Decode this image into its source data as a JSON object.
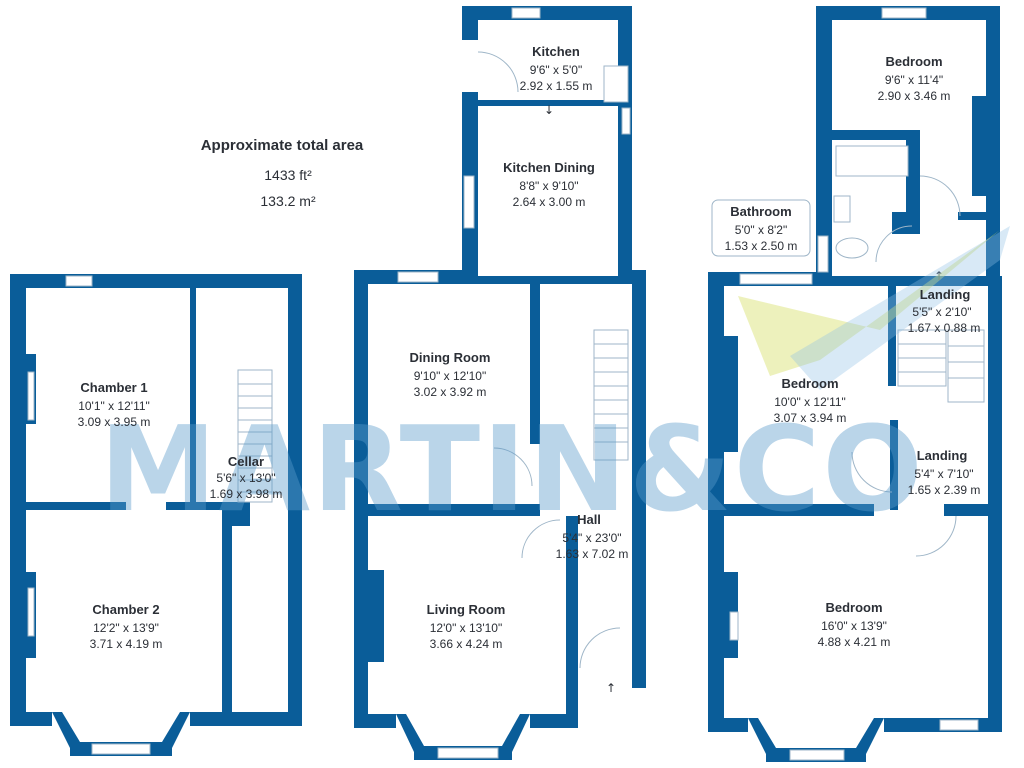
{
  "colors": {
    "wall": "#0a5d99",
    "text": "#2b2f36",
    "watermark": "#5b9ccb",
    "window": "#9fb6c8"
  },
  "summary": {
    "title": "Approximate total area",
    "area_ft": "1433 ft²",
    "area_m": "133.2 m²"
  },
  "watermark": "MARTIN&CO",
  "rooms": {
    "kitchen": {
      "name": "Kitchen",
      "imperial": "9'6\" x 5'0\"",
      "metric": "2.92 x 1.55 m"
    },
    "kitchen_dining": {
      "name": "Kitchen Dining",
      "imperial": "8'8\" x 9'10\"",
      "metric": "2.64 x 3.00 m"
    },
    "dining_room": {
      "name": "Dining Room",
      "imperial": "9'10\" x 12'10\"",
      "metric": "3.02 x 3.92 m"
    },
    "living_room": {
      "name": "Living Room",
      "imperial": "12'0\" x 13'10\"",
      "metric": "3.66 x 4.24 m"
    },
    "hall": {
      "name": "Hall",
      "imperial": "5'4\" x 23'0\"",
      "metric": "1.63 x 7.02 m"
    },
    "chamber1": {
      "name": "Chamber 1",
      "imperial": "10'1\" x 12'11\"",
      "metric": "3.09 x 3.95 m"
    },
    "chamber2": {
      "name": "Chamber 2",
      "imperial": "12'2\" x 13'9\"",
      "metric": "3.71 x 4.19 m"
    },
    "cellar": {
      "name": "Cellar",
      "imperial": "5'6\" x 13'0\"",
      "metric": "1.69 x 3.98 m"
    },
    "bedroom_rear": {
      "name": "Bedroom",
      "imperial": "9'6\" x 11'4\"",
      "metric": "2.90 x 3.46 m"
    },
    "bathroom": {
      "name": "Bathroom",
      "imperial": "5'0\" x 8'2\"",
      "metric": "1.53 x 2.50 m"
    },
    "landing_upper": {
      "name": "Landing",
      "imperial": "5'5\" x 2'10\"",
      "metric": "1.67 x 0.88 m"
    },
    "bedroom_mid": {
      "name": "Bedroom",
      "imperial": "10'0\" x 12'11\"",
      "metric": "3.07 x 3.94 m"
    },
    "landing_lower": {
      "name": "Landing",
      "imperial": "5'4\" x 7'10\"",
      "metric": "1.65 x 2.39 m"
    },
    "bedroom_front": {
      "name": "Bedroom",
      "imperial": "16'0\" x 13'9\"",
      "metric": "4.88 x 4.21 m"
    }
  }
}
